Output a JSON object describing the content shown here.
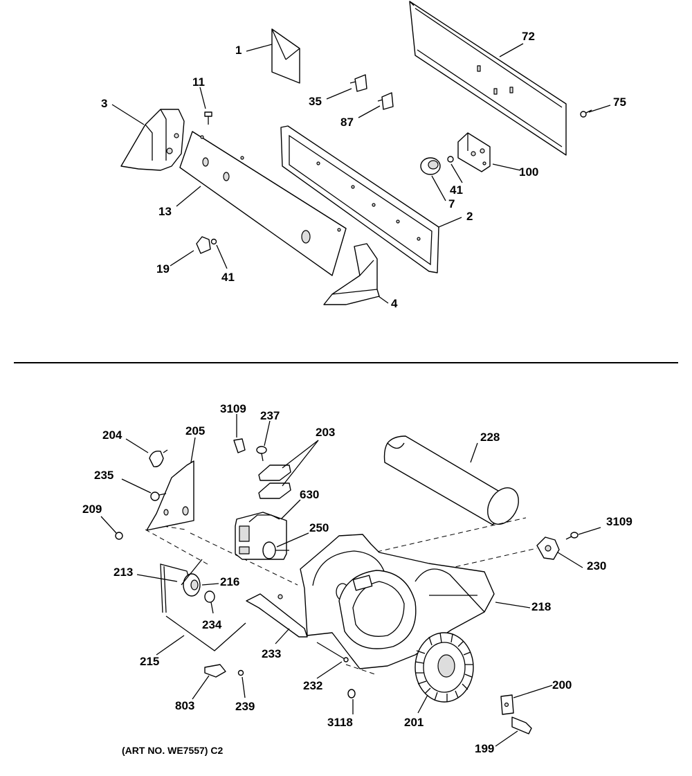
{
  "labels": {
    "p1": "1",
    "p72": "72",
    "p11": "11",
    "p3": "3",
    "p35": "35",
    "p75": "75",
    "p87": "87",
    "p100": "100",
    "p41a": "41",
    "p7": "7",
    "p13": "13",
    "p2": "2",
    "p19": "19",
    "p41b": "41",
    "p4": "4",
    "p3109a": "3109",
    "p237": "237",
    "p204": "204",
    "p205": "205",
    "p203": "203",
    "p228": "228",
    "p235": "235",
    "p630": "630",
    "p209": "209",
    "p250": "250",
    "p3109b": "3109",
    "p213": "213",
    "p216": "216",
    "p230": "230",
    "p218": "218",
    "p234": "234",
    "p233": "233",
    "p215": "215",
    "p232": "232",
    "p200": "200",
    "p803": "803",
    "p239": "239",
    "p3118": "3118",
    "p201": "201",
    "p199": "199"
  },
  "art_number": "(ART NO. WE7557) C2"
}
